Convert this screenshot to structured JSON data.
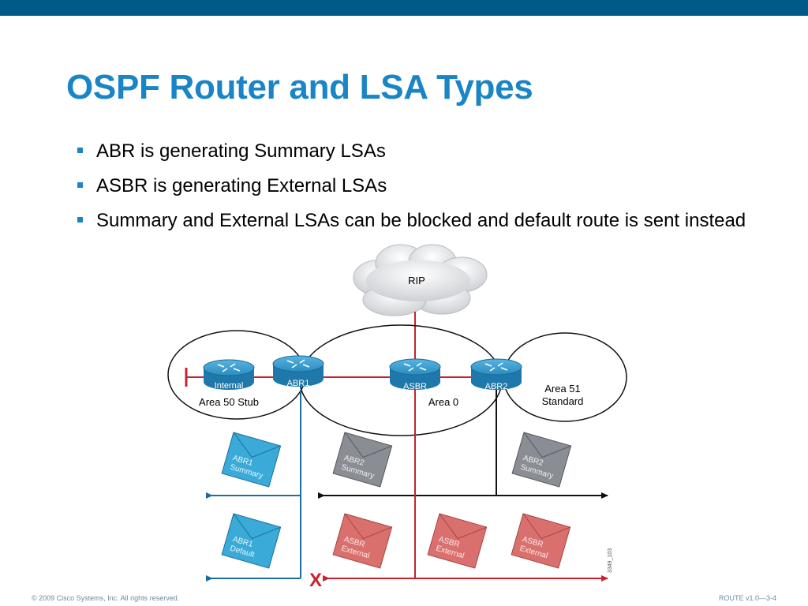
{
  "slide": {
    "title": "OSPF Router and LSA Types",
    "bullets": [
      "ABR is generating Summary LSAs",
      "ASBR is generating External LSAs",
      "Summary and External LSAs can be blocked and default route is sent instead"
    ]
  },
  "diagram": {
    "cloud_label": "RIP",
    "routers": {
      "internal": "Internal",
      "abr1": "ABR1",
      "asbr": "ASBR",
      "abr2": "ABR2"
    },
    "areas": {
      "area50": "Area 50 Stub",
      "area0": "Area 0",
      "area51_line1": "Area 51",
      "area51_line2": "Standard"
    },
    "lsas": {
      "abr1_summary": [
        "ABR1",
        "Summary"
      ],
      "abr2_summary_a0": [
        "ABR2",
        "Summary"
      ],
      "abr2_summary_a51": [
        "ABR2",
        "Summary"
      ],
      "abr1_default": [
        "ABR1",
        "Default"
      ],
      "asbr_external_1": [
        "ASBR",
        "External"
      ],
      "asbr_external_2": [
        "ASBR",
        "External"
      ],
      "asbr_external_3": [
        "ASBR",
        "External"
      ]
    },
    "block_mark": "X",
    "figure_id": "3349_103",
    "colors": {
      "blue_lsa": "#3aaad8",
      "gray_lsa": "#8a8d93",
      "red_lsa": "#d9706e",
      "red_line": "#c8232c",
      "blue_line": "#1c6e9c",
      "router": "#2a8cc0"
    }
  },
  "footer": {
    "copyright": "© 2009 Cisco Systems, Inc. All rights reserved.",
    "course": "ROUTE v1.0—3-4"
  }
}
